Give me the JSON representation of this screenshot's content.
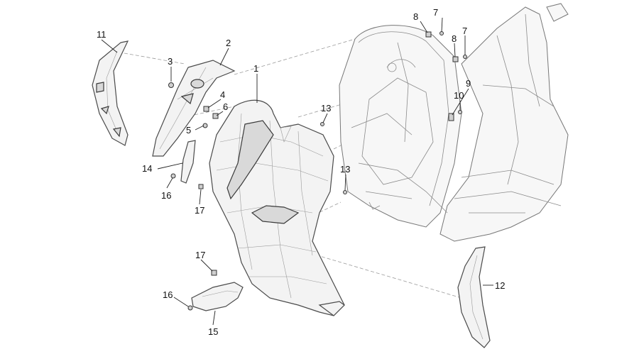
{
  "callouts": {
    "c1": "1",
    "c2": "2",
    "c3": "3",
    "c4": "4",
    "c5": "5",
    "c6": "6",
    "c7a": "7",
    "c7b": "7",
    "c8a": "8",
    "c8b": "8",
    "c9": "9",
    "c10": "10",
    "c11": "11",
    "c12": "12",
    "c13a": "13",
    "c13b": "13",
    "c14": "14",
    "c15": "15",
    "c16a": "16",
    "c16b": "16",
    "c17a": "17",
    "c17b": "17"
  }
}
